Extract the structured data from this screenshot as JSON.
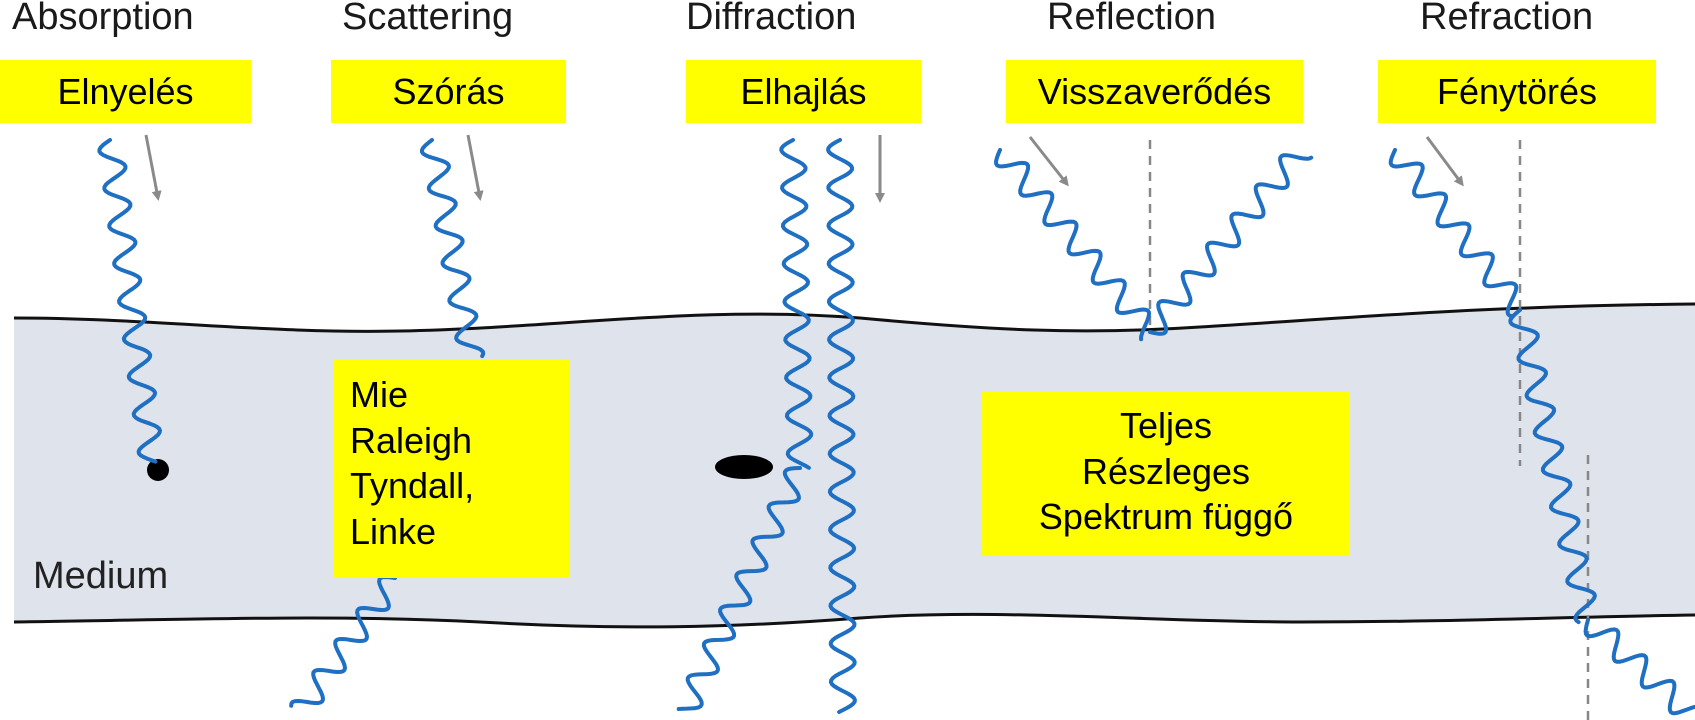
{
  "phenomena": [
    {
      "title": "Absorption",
      "label": "Elnyelés"
    },
    {
      "title": "Scattering",
      "label": "Szórás"
    },
    {
      "title": "Diffraction",
      "label": "Elhajlás"
    },
    {
      "title": "Reflection",
      "label": "Visszaverődés"
    },
    {
      "title": "Refraction",
      "label": "Fénytörés"
    }
  ],
  "scattering_types": [
    "Mie",
    "Raleigh",
    "Tyndall,",
    "Linke"
  ],
  "reflection_types": [
    "Teljes",
    "Részleges",
    "Spektrum függő"
  ],
  "medium_label": "Medium",
  "colors": {
    "wave": "#1f6fc2",
    "highlight": "#ffff00",
    "medium_fill": "#dfe3ec",
    "arrow": "#8a8a8a",
    "outline": "#111111"
  }
}
